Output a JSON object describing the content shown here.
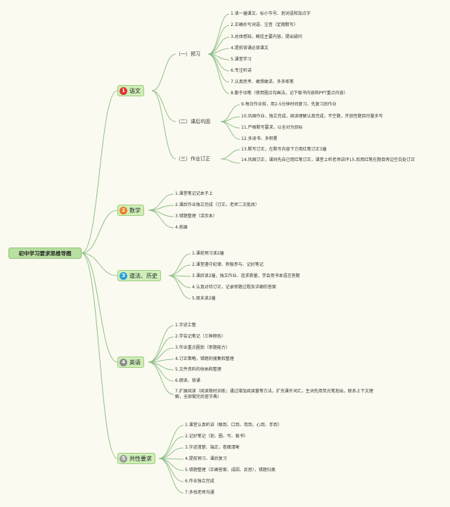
{
  "root": {
    "label": "初中学习要求思维导图"
  },
  "branches": [
    {
      "label": "语文",
      "badge": "1",
      "badge_color": "#e0332b",
      "subs": [
        {
          "label": "（一）预习",
          "items": [
            "1.读一遍课文、标小节号、划词语和加点字",
            "2.正确抄写词语、注音（定期默写）",
            "3.总体感知，概括主要内容，提出疑问",
            "4.提前背诵必背课文",
            "5.课堂学习",
            "6.专注听讲",
            "7.认真思考、敢想敢说、多多练笔",
            "8.勤于动笔（使用圈点勾画法，记下板书内容和PPT重点内容）"
          ]
        },
        {
          "label": "（二）课后巩固",
          "items": [
            "9.每日作业前，用2-5分钟时间复习，先复习后作业",
            "10.巩固作业，独立完成，阅读理解认真完成，不空题，开放性题目尽量多写",
            "11.严格默写要求，以全对为目标",
            "12.多读书、多积累"
          ]
        },
        {
          "label": "（三）作业订正",
          "items": [
            "13.默写订正，在默写内容下方用红笔订正3遍",
            "14.巩固订正，课间先自己用红笔订正，课堂上听老师讲评15.后用红笔在题目旁边空白处订正"
          ]
        }
      ]
    },
    {
      "label": "数学",
      "badge": "2",
      "badge_color": "#ee7d22",
      "items": [
        "1.课堂笔记记本子上",
        "2.课后作业独立完成（订正，老师二次批改）",
        "3.错题整理（活页本）",
        "4.拓展"
      ]
    },
    {
      "label": "道法、历史",
      "badge": "3",
      "badge_color": "#2a9fd6",
      "items": [
        "1.课前预习读2遍",
        "2.课堂遵守纪律、积极参与、记好笔记",
        "3.课后读2遍，独立作业、追求质量，学会用书本语言答题",
        "4.认真对待订正，记录审题过程及详细的答案",
        "5.周末读2遍"
      ]
    },
    {
      "label": "英语",
      "badge": "4",
      "badge_color": "#8c8c8c",
      "items": [
        "1.字迹工整",
        "2.学会记笔记（三种颜色）",
        "3.作业重点圈划（审题能力）",
        "4.订正策略，错题的搜集和整理",
        "5.文件资料的收纳和整理",
        "6.朗读、背诵",
        "7.扩展阅读（阅读限时训练；通过增加阅读量等方法，扩充课外词汇，生词先用荧光笔划出，联系上下文理解，全部做完后查字典）"
      ]
    },
    {
      "label": "共性要求",
      "badge": "5",
      "badge_color": "#9c9c9c",
      "items": [
        "1.课堂认真听讲（眼到、口到、耳到、心到、手到）",
        "2.记好笔记（划、圈、写、板书）",
        "3.字迹清楚、端正，卷面清晰",
        "4.提前预习、课后复习",
        "5.错题整理（正确答案、成因、反思），错题归类",
        "6.作业独立完成",
        "7.多找老师沟通"
      ]
    }
  ]
}
